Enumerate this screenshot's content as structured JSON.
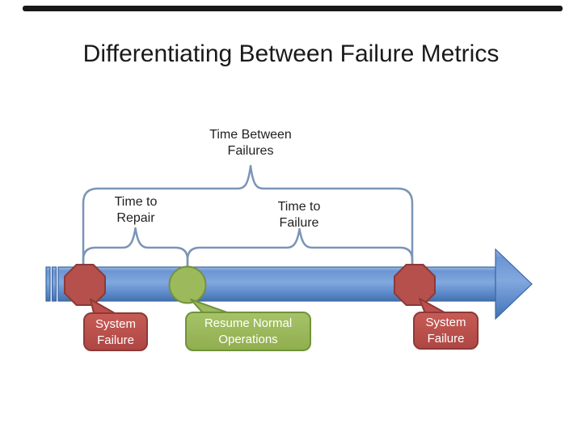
{
  "title": "Differentiating Between Failure Metrics",
  "diagram": {
    "braces": {
      "time_between_failures": "Time Between\nFailures",
      "time_to_repair": "Time to\nRepair",
      "time_to_failure": "Time to\nFailure"
    },
    "events": [
      {
        "label": "System\nFailure",
        "marker": "red-octagon"
      },
      {
        "label": "Resume Normal\nOperations",
        "marker": "green-circle"
      },
      {
        "label": "System\nFailure",
        "marker": "red-octagon"
      }
    ],
    "colors": {
      "timeline_blue": "#6b95d3",
      "timeline_border": "#3c67a2",
      "brace_stroke": "#7b94b7",
      "failure_red": "#b5504c",
      "failure_red_border": "#8c3a37",
      "callout_red": "#bd4f4c",
      "resume_green": "#9cba5b",
      "resume_green_border": "#71923c"
    }
  }
}
